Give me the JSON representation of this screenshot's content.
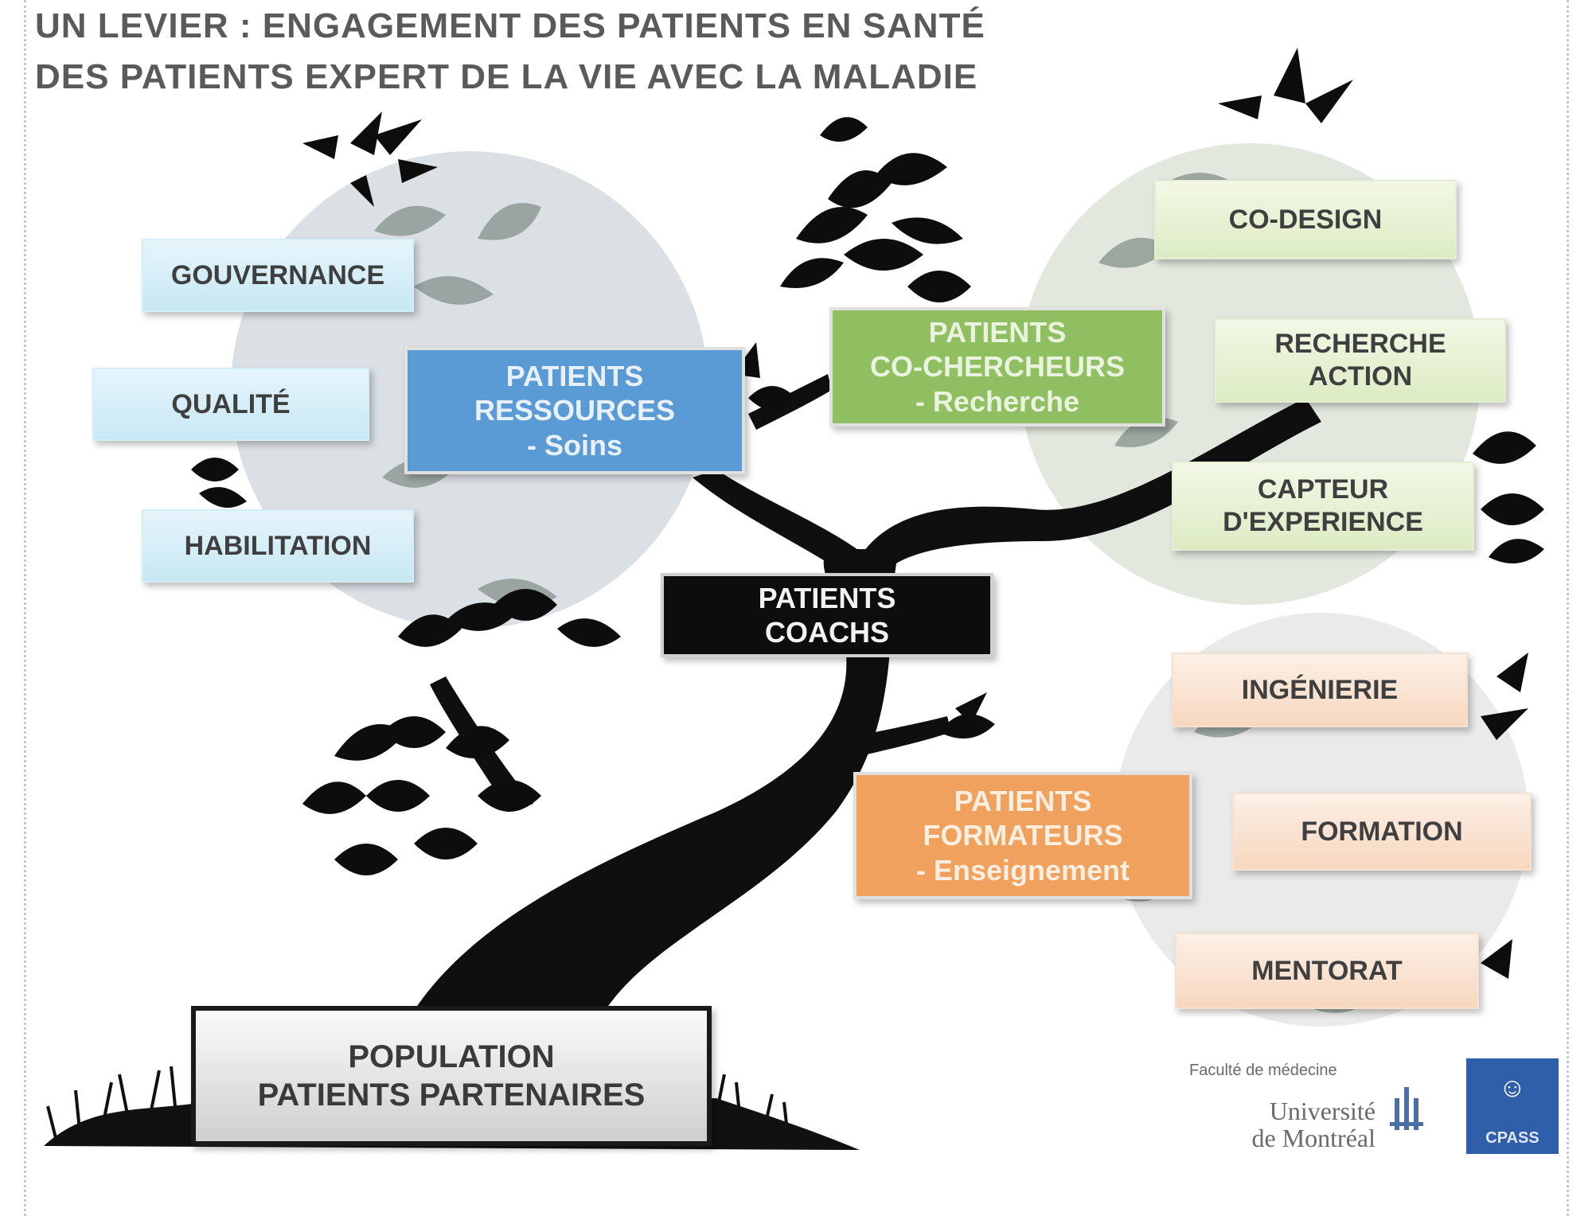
{
  "title_lines": [
    "UN LEVIER : ENGAGEMENT DES PATIENTS EN SANTÉ",
    "DES PATIENTS EXPERT DE LA VIE AVEC LA MALADIE"
  ],
  "left_branch": {
    "main": "PATIENTS\nRESSOURCES\n- Soins",
    "items": [
      "GOUVERNANCE",
      "QUALITÉ",
      "HABILITATION"
    ]
  },
  "right_top_branch": {
    "main": "PATIENTS\nCO-CHERCHEURS\n- Recherche",
    "items": [
      "CO-DESIGN",
      "RECHERCHE\nACTION",
      "CAPTEUR\nD'EXPERIENCE"
    ]
  },
  "right_bottom_branch": {
    "main": "PATIENTS\nFORMATEURS\n- Enseignement",
    "items": [
      "INGÉNIERIE",
      "FORMATION",
      "MENTORAT"
    ]
  },
  "center": "PATIENTS\nCOACHS",
  "base": "POPULATION\nPATIENTS PARTENAIRES",
  "logos": {
    "faculty": "Faculté de médecine",
    "university": "Université\nde Montréal",
    "cpass": "CPASS"
  },
  "colors": {
    "blue": "#5b9bd5",
    "green": "#8fbf61",
    "orange": "#f0a15d",
    "black": "#0d0d0d"
  }
}
